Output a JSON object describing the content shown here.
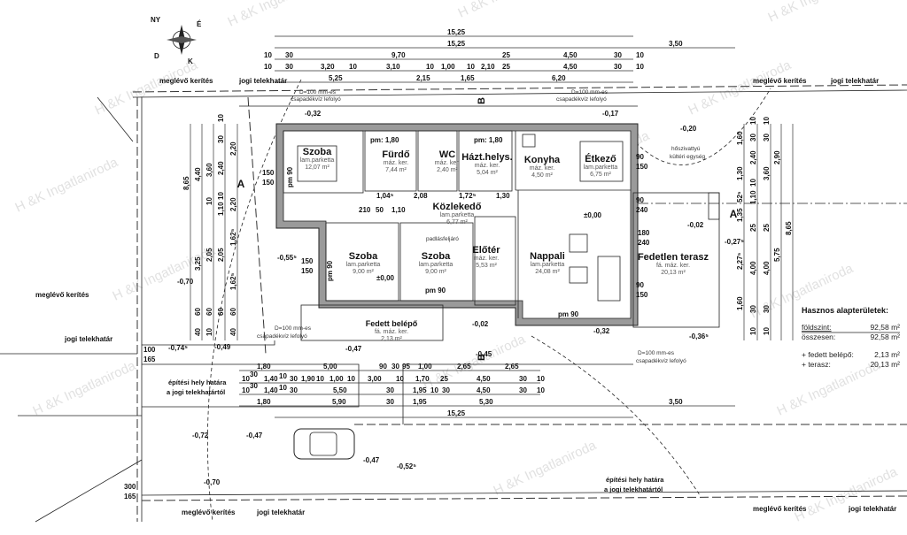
{
  "watermark": "H &K Ingatlaniroda",
  "compass": {
    "labels": [
      "É",
      "NY",
      "K",
      "D"
    ]
  },
  "rooms": [
    {
      "name": "Szoba",
      "floor": "lam.parketta",
      "area": "12,07 m²"
    },
    {
      "name": "Fürdő",
      "floor": "máz. ker.",
      "area": "7,44 m²"
    },
    {
      "name": "WC",
      "floor": "máz. ker.",
      "area": "2,40 m²"
    },
    {
      "name": "Házt.helys.",
      "floor": "máz. ker.",
      "area": "5,04 m²"
    },
    {
      "name": "Konyha",
      "floor": "máz. ker.",
      "area": "4,50 m²"
    },
    {
      "name": "Étkező",
      "floor": "lam.parketta",
      "area": "6,75 m²"
    },
    {
      "name": "Közlekedő",
      "floor": "lam.parketta",
      "area": "6,77 m²"
    },
    {
      "name": "Szoba",
      "floor": "lam.parketta",
      "area": "9,00 m²"
    },
    {
      "name": "Szoba",
      "floor": "lam.parketta",
      "area": "9,00 m²"
    },
    {
      "name": "Előtér",
      "floor": "máz. ker.",
      "area": "5,53 m²"
    },
    {
      "name": "Nappali",
      "floor": "lam.parketta",
      "area": "24,08 m²"
    },
    {
      "name": "Fedetlen terasz",
      "floor": "fá. máz. ker.",
      "area": "20,13 m²"
    },
    {
      "name": "Fedett belépő",
      "floor": "fá. máz. ker.",
      "area": "2,13 m²"
    }
  ],
  "labels": {
    "fence": "meglévő kerítés",
    "boundary": "jogi telekhatár",
    "build_line_1": "építési hely határa",
    "build_line_2": "a jogi telekhatártól",
    "drain_1": "D=100 mm-es",
    "drain_2": "csapadékvíz lefolyó",
    "heatpump_1": "hőszivattyú",
    "heatpump_2": "kültéri egység",
    "attic": "padlásfeljáró",
    "section_a": "A",
    "section_b": "B",
    "pm180": "pm: 1,80",
    "pm90": "pm 90"
  },
  "dims_top": {
    "r1": [
      "15,25"
    ],
    "r2": [
      "15,25",
      "3,50"
    ],
    "r3": [
      "10",
      "30",
      "9,70",
      "25",
      "4,50",
      "30",
      "10"
    ],
    "r4": [
      "10",
      "30",
      "3,20",
      "10",
      "3,10",
      "10",
      "1,00",
      "10",
      "2,10",
      "25",
      "4,50",
      "30",
      "10"
    ],
    "r5": [
      "5,25",
      "2,15",
      "1,65",
      "6,20"
    ]
  },
  "dims_bottom": {
    "r1": [
      "1,80",
      "5,00",
      "90",
      "30",
      "95",
      "1,00",
      "2,65",
      "2,65"
    ],
    "r2": [
      "10",
      "30",
      "1,40",
      "10",
      "30",
      "1,90",
      "10",
      "1,00",
      "10",
      "3,00",
      "10",
      "1,70",
      "25",
      "4,50",
      "30",
      "10"
    ],
    "r3": [
      "10",
      "30",
      "1,40",
      "10",
      "30",
      "5,50",
      "30",
      "1,95",
      "10",
      "30",
      "4,50",
      "30",
      "10"
    ],
    "r4": [
      "1,80",
      "5,90",
      "30",
      "1,95",
      "5,30",
      "3,50"
    ],
    "r5": [
      "15,25"
    ]
  },
  "dims_left": {
    "c1": [
      "8,65"
    ],
    "c2": [
      "4,40",
      "3,25",
      "60",
      "40"
    ],
    "c3": [
      "3,60",
      "10",
      "2,05",
      "60",
      "10"
    ],
    "c4": [
      "10",
      "30",
      "2,40",
      "10",
      "1,10",
      "2,05",
      "60"
    ],
    "c5": [
      "2,20",
      "2,20",
      "1,62⁵",
      "1,62⁵",
      "60",
      "40"
    ]
  },
  "dims_right": {
    "c1": [
      "1,60",
      "1,30",
      "52⁵",
      "1,35",
      "2,27⁵",
      "1,60"
    ],
    "c2": [
      "10",
      "30",
      "2,40",
      "10",
      "1,10",
      "25",
      "4,00",
      "30",
      "10"
    ],
    "c3": [
      "10",
      "30",
      "3,60",
      "25",
      "4,00",
      "30",
      "10"
    ],
    "c4": [
      "2,90",
      "5,75"
    ],
    "c5": [
      "8,65"
    ]
  },
  "inner_dims": {
    "row1": [
      "1,04⁵",
      "2,08",
      "1,72⁵",
      "1,30"
    ],
    "row2": [
      "210",
      "50",
      "1,10"
    ],
    "openings": [
      "150",
      "150",
      "90",
      "150",
      "90",
      "240",
      "180",
      "240",
      "90",
      "150",
      "150",
      "150",
      "100",
      "165",
      "300",
      "165"
    ]
  },
  "elevations": [
    "-0,32",
    "-0,17",
    "-0,20",
    "±0,00",
    "±0,00",
    "-0,55⁵",
    "-0,70",
    "-0,02",
    "-0,27⁵",
    "-0,36⁵",
    "-0,02",
    "-0,32",
    "-0,74⁵",
    "-0,49",
    "-0,47",
    "-0,45",
    "-0,72",
    "-0,47",
    "-0,47",
    "-0,52⁵",
    "-0,70"
  ],
  "summary": {
    "title": "Hasznos alapterületek:",
    "rows": [
      {
        "label": "földszint:",
        "value": "92,58 m²"
      },
      {
        "label": "összesen:",
        "value": "92,58 m²"
      },
      {
        "label": "+ fedett belépő:",
        "value": "2,13 m²"
      },
      {
        "label": "+ terasz:",
        "value": "20,13 m²"
      }
    ]
  }
}
